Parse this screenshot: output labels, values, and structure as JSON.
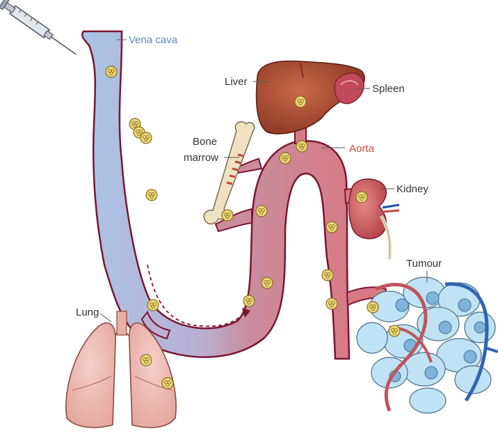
{
  "labels": {
    "vena_cava": "Vena cava",
    "liver": "Liver",
    "spleen": "Spleen",
    "bone_marrow_line1": "Bone",
    "bone_marrow_line2": "marrow",
    "aorta": "Aorta",
    "kidney": "Kidney",
    "tumour": "Tumour",
    "lung": "Lung"
  },
  "colors": {
    "vena_cava": "#5b86bf",
    "aorta": "#d8483a",
    "vessel_outline": "#7a1530",
    "venous_fill": "#a9c3e6",
    "arterial_fill": "#d77a85",
    "nanoparticle": "#e9d97a",
    "tumour_cell": "#bfe3f4"
  },
  "icons": [
    "syringe-icon",
    "liver-icon",
    "spleen-icon",
    "bone-icon",
    "kidney-icon",
    "lung-icon",
    "tumour-icon",
    "nanoparticle-icon"
  ]
}
